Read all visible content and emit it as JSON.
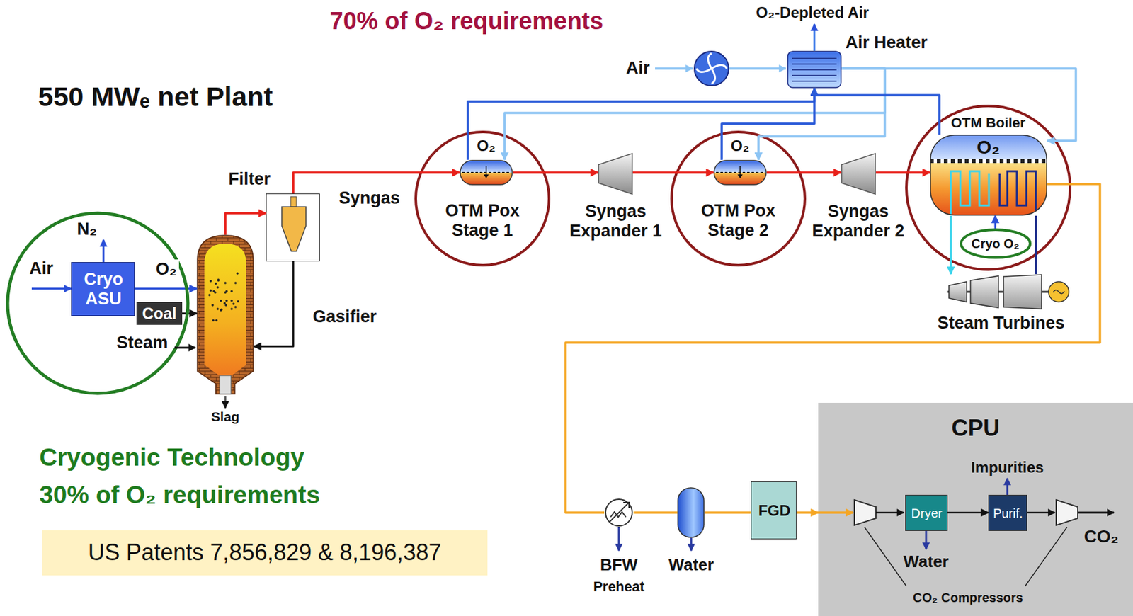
{
  "diagram": {
    "title": "550 MWₑ net Plant",
    "nodes": [
      {
        "text": [
          "Cryo ASU"
        ]
      },
      {
        "text": [
          "Coal"
        ]
      },
      {
        "text": [
          "Gasifier"
        ]
      },
      {
        "text": [
          "Filter"
        ]
      },
      {
        "text": [
          "OTM Pox Stage 1"
        ]
      },
      {
        "text": [
          "O₂"
        ],
        "in": 4
      },
      {
        "text": [
          "Syngas Expander 1"
        ]
      },
      {
        "text": [
          "OTM Pox Stage 2"
        ]
      },
      {
        "text": [
          "O₂"
        ],
        "in": 7
      },
      {
        "text": [
          "Syngas Expander 2"
        ]
      },
      {
        "text": [
          "OTM Boiler"
        ]
      },
      {
        "text": [
          "O₂"
        ],
        "in": 10
      },
      {
        "text": [
          "Cryo O₂"
        ],
        "in": 10
      },
      {
        "text": [
          "Steam Turbines"
        ]
      },
      {
        "text": [
          "Air Heater"
        ]
      },
      {
        "text": [
          "BFW",
          "Preheat"
        ]
      },
      {
        "text": [
          "Water"
        ]
      },
      {
        "text": [
          "FGD"
        ]
      },
      {
        "text": [
          "CPU"
        ]
      },
      {
        "text": [
          "Dryer"
        ],
        "in": 18
      },
      {
        "text": [
          "Purif."
        ],
        "in": 18
      },
      {
        "text": [
          "US Patents 7,856,829 & 8,196,387"
        ]
      }
    ],
    "edges": [
      {
        "from": 0,
        "to": 2,
        "label": "O₂",
        "arrow": "to"
      },
      {
        "from": 1,
        "to": 2,
        "arrow": "to"
      },
      {
        "from": 2,
        "to": 3,
        "arrow": "to"
      },
      {
        "from": 3,
        "to": 2,
        "arrow": "to"
      },
      {
        "from": 3,
        "to": 5,
        "label": "Syngas",
        "arrow": "to"
      },
      {
        "from": 5,
        "to": 6,
        "arrow": "to"
      },
      {
        "from": 6,
        "to": 8,
        "arrow": "to"
      },
      {
        "from": 8,
        "to": 9,
        "arrow": "to"
      },
      {
        "from": 9,
        "to": 11,
        "arrow": "to"
      },
      {
        "from": 14,
        "to": 5,
        "arrow": "to"
      },
      {
        "from": 14,
        "to": 8,
        "arrow": "to"
      },
      {
        "from": 14,
        "to": 11,
        "arrow": "to"
      },
      {
        "from": 5,
        "to": 14,
        "arrow": "to"
      },
      {
        "from": 8,
        "to": 14,
        "arrow": "to"
      },
      {
        "from": 11,
        "to": 14,
        "arrow": "to"
      },
      {
        "from": 12,
        "to": 11,
        "arrow": "to"
      },
      {
        "from": 11,
        "to": 13,
        "arrow": "to"
      },
      {
        "from": 13,
        "to": 11,
        "arrow": "none"
      },
      {
        "from": 11,
        "to": 15,
        "arrow": "none"
      },
      {
        "from": 15,
        "to": 16,
        "arrow": "none"
      },
      {
        "from": 16,
        "to": 17,
        "arrow": "none"
      },
      {
        "from": 17,
        "to": 18,
        "arrow": "to"
      },
      {
        "from": 19,
        "to": 20,
        "arrow": "to"
      }
    ],
    "labels": [
      "70% of O₂ requirements",
      "Air",
      "O₂-Depleted Air",
      "Air",
      "N₂",
      "Steam",
      "Slag",
      "Cryogenic Technology",
      "30% of O₂ requirements",
      "Impurities",
      "Water",
      "CO₂",
      "CO₂ Compressors"
    ]
  }
}
